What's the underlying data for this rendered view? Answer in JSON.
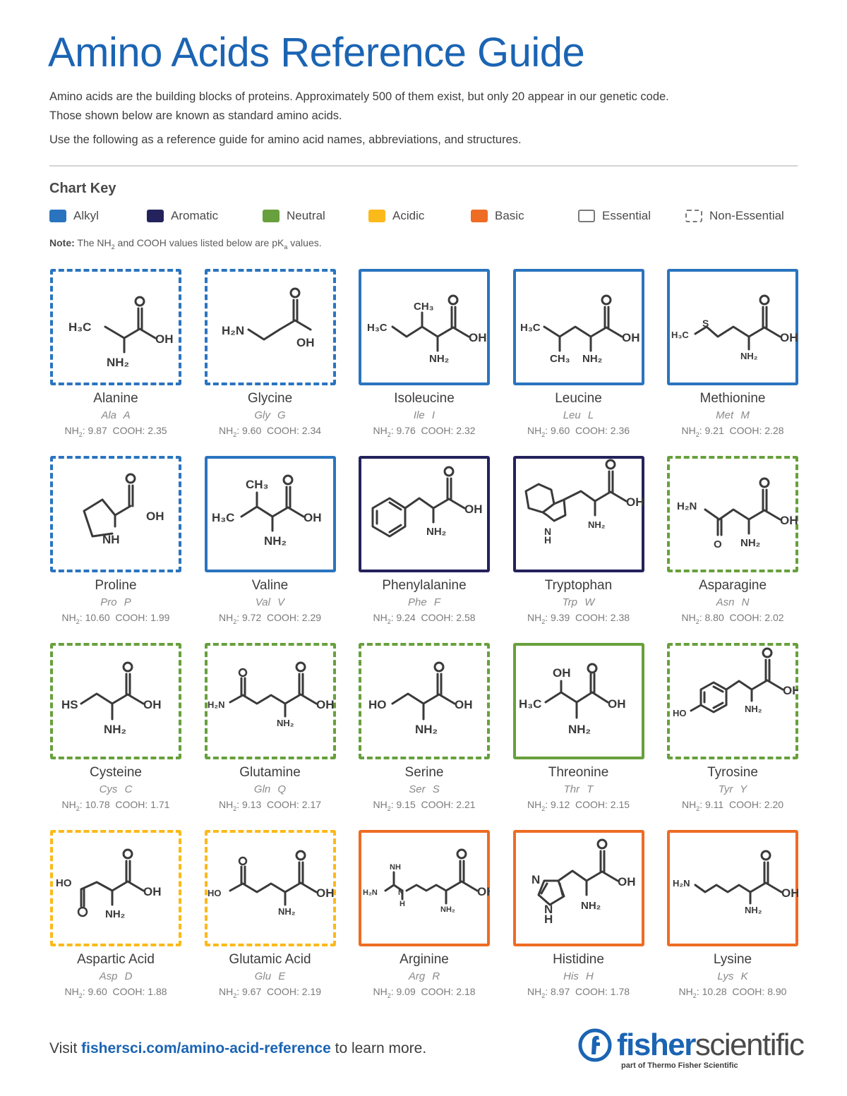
{
  "header": {
    "title": "Amino Acids Reference Guide",
    "intro": "Amino acids are the building blocks of proteins. Approximately 500 of them exist, but only 20 appear in our genetic code. Those shown below are known as standard amino acids.",
    "intro2": "Use the following as a reference guide for amino acid names, abbreviations, and structures."
  },
  "key": {
    "title": "Chart Key",
    "items": [
      {
        "label": "Alkyl",
        "color": "#2a74bf",
        "style": "fill"
      },
      {
        "label": "Aromatic",
        "color": "#24225c",
        "style": "fill"
      },
      {
        "label": "Neutral",
        "color": "#67a03c",
        "style": "fill"
      },
      {
        "label": "Acidic",
        "color": "#fbb91a",
        "style": "fill"
      },
      {
        "label": "Basic",
        "color": "#ee6c23",
        "style": "fill"
      },
      {
        "label": "Essential",
        "color": "#7a7a7a",
        "style": "solid-outline"
      },
      {
        "label": "Non-Essential",
        "color": "#7a7a7a",
        "style": "dashed-outline"
      }
    ],
    "note_bold": "Note:",
    "note_text_1": "The NH",
    "note_sub_1": "2",
    "note_text_2": " and COOH values listed below are pK",
    "note_sub_2": "a",
    "note_text_3": " values."
  },
  "colors": {
    "alkyl": "#2a74bf",
    "aromatic": "#24225c",
    "neutral": "#67a03c",
    "acidic": "#fbb91a",
    "basic": "#ee6c23",
    "brand": "#1b64b3"
  },
  "pka_labels": {
    "nh2_prefix": "NH",
    "nh2_sub": "2",
    "nh2_suffix": ":",
    "cooh_prefix": "COOH:"
  },
  "amino_acids": [
    {
      "name": "Alanine",
      "abbr3": "Ala",
      "abbr1": "A",
      "nh2": "9.87",
      "cooh": "2.35",
      "group": "alkyl",
      "essential": false
    },
    {
      "name": "Glycine",
      "abbr3": "Gly",
      "abbr1": "G",
      "nh2": "9.60",
      "cooh": "2.34",
      "group": "alkyl",
      "essential": false
    },
    {
      "name": "Isoleucine",
      "abbr3": "Ile",
      "abbr1": "I",
      "nh2": "9.76",
      "cooh": "2.32",
      "group": "alkyl",
      "essential": true
    },
    {
      "name": "Leucine",
      "abbr3": "Leu",
      "abbr1": "L",
      "nh2": "9.60",
      "cooh": "2.36",
      "group": "alkyl",
      "essential": true
    },
    {
      "name": "Methionine",
      "abbr3": "Met",
      "abbr1": "M",
      "nh2": "9.21",
      "cooh": "2.28",
      "group": "alkyl",
      "essential": true
    },
    {
      "name": "Proline",
      "abbr3": "Pro",
      "abbr1": "P",
      "nh2": "10.60",
      "cooh": "1.99",
      "group": "alkyl",
      "essential": false
    },
    {
      "name": "Valine",
      "abbr3": "Val",
      "abbr1": "V",
      "nh2": "9.72",
      "cooh": "2.29",
      "group": "alkyl",
      "essential": true
    },
    {
      "name": "Phenylalanine",
      "abbr3": "Phe",
      "abbr1": "F",
      "nh2": "9.24",
      "cooh": "2.58",
      "group": "aromatic",
      "essential": true
    },
    {
      "name": "Tryptophan",
      "abbr3": "Trp",
      "abbr1": "W",
      "nh2": "9.39",
      "cooh": "2.38",
      "group": "aromatic",
      "essential": true
    },
    {
      "name": "Asparagine",
      "abbr3": "Asn",
      "abbr1": "N",
      "nh2": "8.80",
      "cooh": "2.02",
      "group": "neutral",
      "essential": false
    },
    {
      "name": "Cysteine",
      "abbr3": "Cys",
      "abbr1": "C",
      "nh2": "10.78",
      "cooh": "1.71",
      "group": "neutral",
      "essential": false
    },
    {
      "name": "Glutamine",
      "abbr3": "Gln",
      "abbr1": "Q",
      "nh2": "9.13",
      "cooh": "2.17",
      "group": "neutral",
      "essential": false
    },
    {
      "name": "Serine",
      "abbr3": "Ser",
      "abbr1": "S",
      "nh2": "9.15",
      "cooh": "2.21",
      "group": "neutral",
      "essential": false
    },
    {
      "name": "Threonine",
      "abbr3": "Thr",
      "abbr1": "T",
      "nh2": "9.12",
      "cooh": "2.15",
      "group": "neutral",
      "essential": true
    },
    {
      "name": "Tyrosine",
      "abbr3": "Tyr",
      "abbr1": "Y",
      "nh2": "9.11",
      "cooh": "2.20",
      "group": "neutral",
      "essential": false
    },
    {
      "name": "Aspartic Acid",
      "abbr3": "Asp",
      "abbr1": "D",
      "nh2": "9.60",
      "cooh": "1.88",
      "group": "acidic",
      "essential": false
    },
    {
      "name": "Glutamic Acid",
      "abbr3": "Glu",
      "abbr1": "E",
      "nh2": "9.67",
      "cooh": "2.19",
      "group": "acidic",
      "essential": false
    },
    {
      "name": "Arginine",
      "abbr3": "Arg",
      "abbr1": "R",
      "nh2": "9.09",
      "cooh": "2.18",
      "group": "basic",
      "essential": true
    },
    {
      "name": "Histidine",
      "abbr3": "His",
      "abbr1": "H",
      "nh2": "8.97",
      "cooh": "1.78",
      "group": "basic",
      "essential": true
    },
    {
      "name": "Lysine",
      "abbr3": "Lys",
      "abbr1": "K",
      "nh2": "10.28",
      "cooh": "8.90",
      "group": "basic",
      "essential": true
    }
  ],
  "footer": {
    "visit": "Visit ",
    "link": "fishersci.com/amino-acid-reference",
    "after": " to learn more.",
    "logo_bold": "fisher",
    "logo_light": "scientific",
    "logo_sub": "part of Thermo Fisher Scientific"
  }
}
